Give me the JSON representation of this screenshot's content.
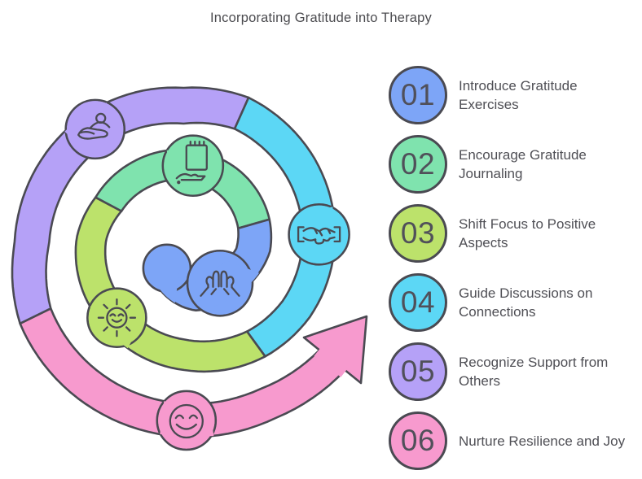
{
  "title": "Incorporating Gratitude into Therapy",
  "colors": {
    "outline": "#4a4a52",
    "text": "#4f4f55",
    "background": "#ffffff"
  },
  "steps": [
    {
      "number": "01",
      "label": "Introduce Gratitude Exercises",
      "color": "#7da5f7",
      "icon": "praying-hands-icon"
    },
    {
      "number": "02",
      "label": "Encourage Gratitude Journaling",
      "color": "#7fe3ae",
      "icon": "journal-icon"
    },
    {
      "number": "03",
      "label": "Shift Focus to Positive Aspects",
      "color": "#bce26b",
      "icon": "sun-smile-icon"
    },
    {
      "number": "04",
      "label": "Guide Discussions on Connections",
      "color": "#5cd7f5",
      "icon": "handshake-icon"
    },
    {
      "number": "05",
      "label": "Recognize Support from Others",
      "color": "#b5a1f7",
      "icon": "hand-receive-icon"
    },
    {
      "number": "06",
      "label": "Nurture Resilience and Joy",
      "color": "#f79ace",
      "icon": "smiley-icon"
    }
  ]
}
